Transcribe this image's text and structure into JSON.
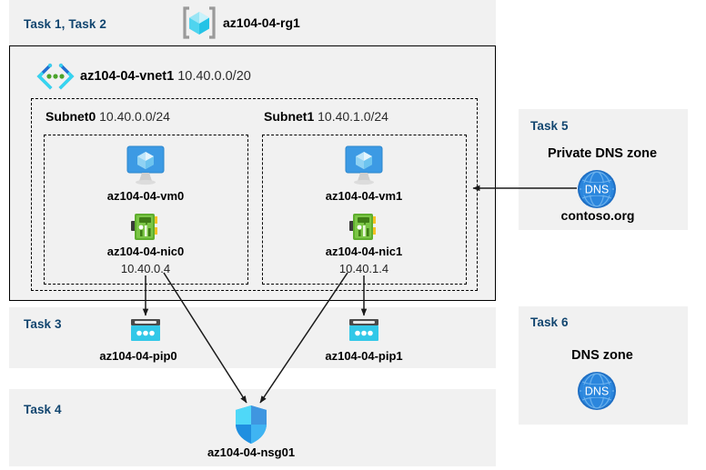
{
  "diagram": {
    "title_bands": {
      "task12": "Task 1, Task 2",
      "task3": "Task 3",
      "task4": "Task 4",
      "task5": "Task 5",
      "task6": "Task 6"
    },
    "resource_group": {
      "icon": "resource-group-icon",
      "name": "az104-04-rg1"
    },
    "vnet": {
      "icon": "virtual-network-icon",
      "name": "az104-04-vnet1",
      "cidr": "10.40.0.0/20"
    },
    "subnets": [
      {
        "name": "Subnet0",
        "cidr": "10.40.0.0/24",
        "vm": {
          "icon": "virtual-machine-icon",
          "name": "az104-04-vm0"
        },
        "nic": {
          "icon": "network-interface-icon",
          "name": "az104-04-nic0",
          "ip": "10.40.0.4"
        }
      },
      {
        "name": "Subnet1",
        "cidr": "10.40.1.0/24",
        "vm": {
          "icon": "virtual-machine-icon",
          "name": "az104-04-vm1"
        },
        "nic": {
          "icon": "network-interface-icon",
          "name": "az104-04-nic1",
          "ip": "10.40.1.4"
        }
      }
    ],
    "public_ips": [
      {
        "icon": "public-ip-address-icon",
        "name": "az104-04-pip0"
      },
      {
        "icon": "public-ip-address-icon",
        "name": "az104-04-pip1"
      }
    ],
    "nsg": {
      "icon": "network-security-group-shield-icon",
      "name": "az104-04-nsg01"
    },
    "private_dns_zone": {
      "icon": "dns-globe-icon",
      "icon_text": "DNS",
      "title": "Private DNS zone",
      "name": "contoso.org"
    },
    "dns_zone": {
      "icon": "dns-globe-icon",
      "icon_text": "DNS",
      "title": "DNS zone"
    },
    "colors": {
      "task_label": "#11456f",
      "band_bg": "#f1f1f1",
      "azure_blue": "#0078d4",
      "cyan": "#32c8e8",
      "nic_green": "#5aad3b",
      "dns_blue": "#2272c7"
    }
  }
}
